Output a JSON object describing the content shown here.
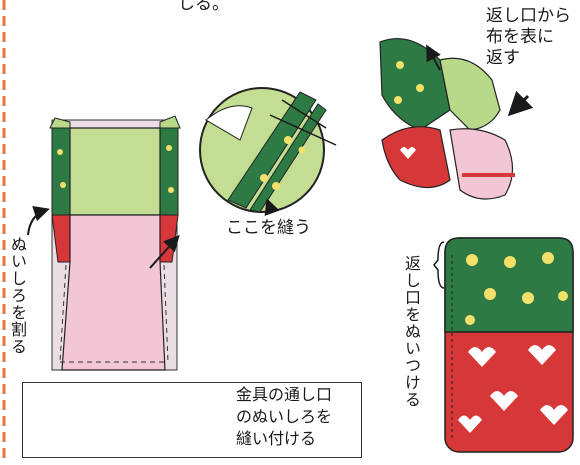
{
  "header": {
    "text": "しる。"
  },
  "steps": {
    "turn_out_label": [
      "返し口から",
      "布を表に",
      "返す"
    ],
    "sew_here_label": "ここを縫う",
    "split_allowance_label": "ぬいしろを割る",
    "stitch_opening_label": "返し口をぬいつける",
    "hardware_label": [
      "金具の通し口",
      "のぬいしろを",
      "縫い付ける"
    ]
  },
  "colors": {
    "border_dash": "#e8763a",
    "fabric_green": "#2e7a45",
    "fabric_lightgreen": "#b9d98a",
    "fabric_red": "#d6383a",
    "fabric_pink": "#f2c6d4",
    "dot_yellow": "#f2e06a"
  }
}
